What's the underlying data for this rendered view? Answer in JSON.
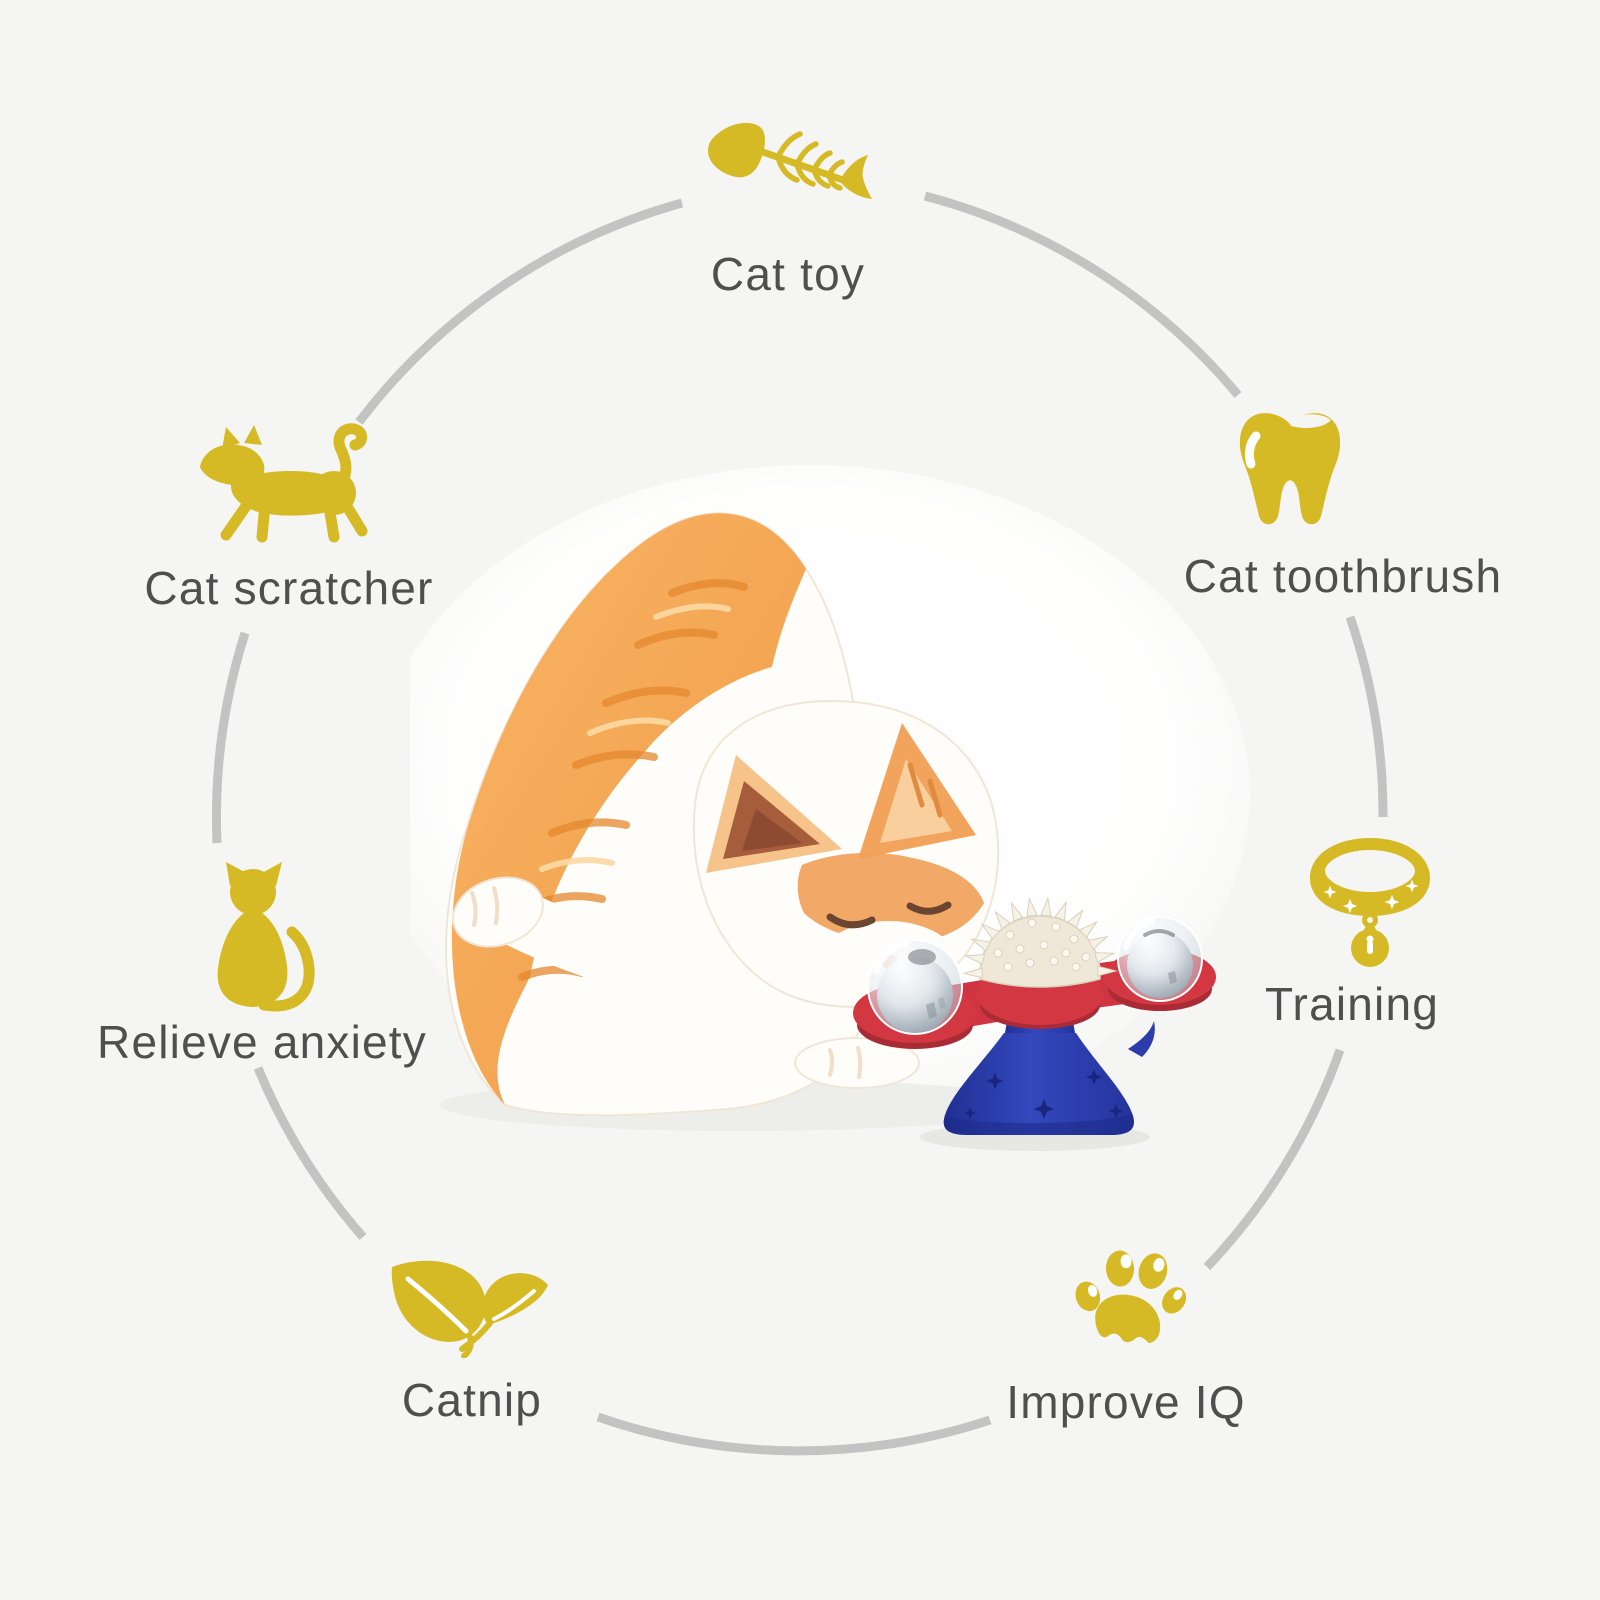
{
  "palette": {
    "accent_yellow": "#d6ba25",
    "ring_gray": "#c3c3c3",
    "label_gray": "#4f4f4f",
    "background": "#f5f5f3",
    "toy_red": "#d23742",
    "toy_blue": "#2c3cab"
  },
  "features": [
    {
      "id": "cat-toy",
      "label": "Cat toy",
      "icon": "fish-skeleton-icon"
    },
    {
      "id": "cat-toothbrush",
      "label": "Cat toothbrush",
      "icon": "tooth-icon"
    },
    {
      "id": "training",
      "label": "Training",
      "icon": "pet-collar-icon"
    },
    {
      "id": "improve-iq",
      "label": "Improve IQ",
      "icon": "paw-print-icon"
    },
    {
      "id": "catnip",
      "label": "Catnip",
      "icon": "catnip-leaves-icon"
    },
    {
      "id": "relieve-anxiety",
      "label": "Relieve anxiety",
      "icon": "sitting-cat-icon"
    },
    {
      "id": "cat-scratcher",
      "label": "Cat scratcher",
      "icon": "walking-cat-icon"
    }
  ],
  "center_photo": {
    "subject": "Orange and white kitten sniffing a windmill spinner cat toy with suction cup base"
  }
}
